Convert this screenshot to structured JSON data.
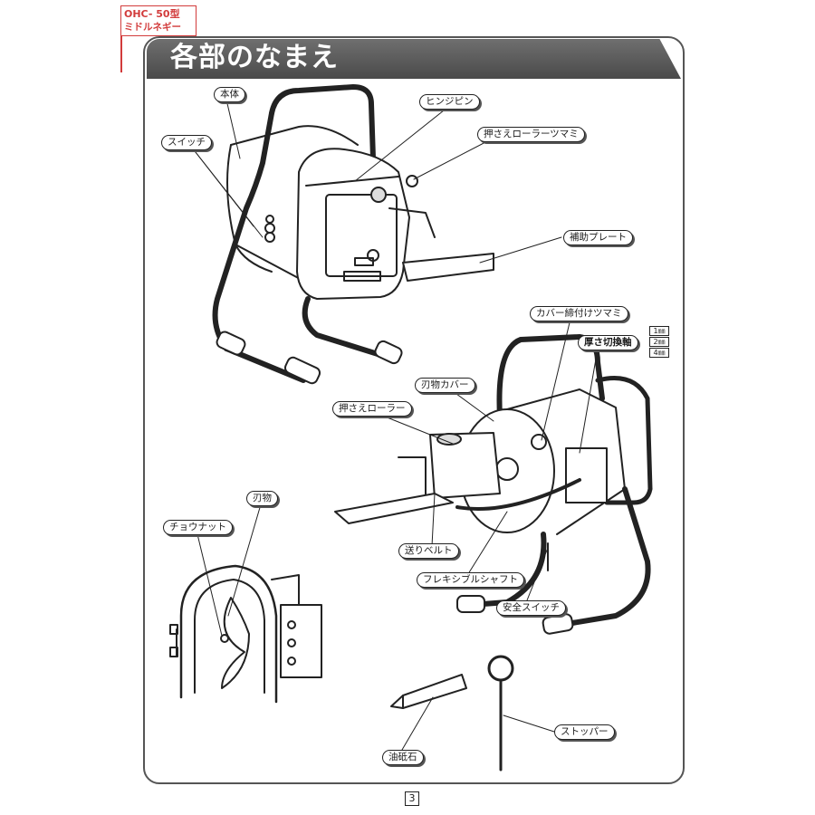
{
  "model_tag": {
    "line1": "OHC- 50型",
    "line2": "ミドルネギー"
  },
  "title": "各部のなまえ",
  "labels": {
    "body": "本体",
    "switch": "スイッチ",
    "hinge_pin": "ヒンジピン",
    "press_roller_knob": "押さえローラーツマミ",
    "aux_plate": "補助プレート",
    "cover_knob": "カバー締付けツマミ",
    "thickness_shaft": "厚さ切換軸",
    "blade_cover": "刃物カバー",
    "press_roller": "押さえローラー",
    "feed_belt": "送りベルト",
    "flexible_shaft": "フレキシブルシャフト",
    "safety_switch": "安全スイッチ",
    "blade": "刃物",
    "wing_nut": "チョウナット",
    "whetstone": "油砥石",
    "stopper": "ストッパー"
  },
  "thickness_options": [
    "1㎜",
    "2㎜",
    "4㎜"
  ],
  "page_number": "3"
}
